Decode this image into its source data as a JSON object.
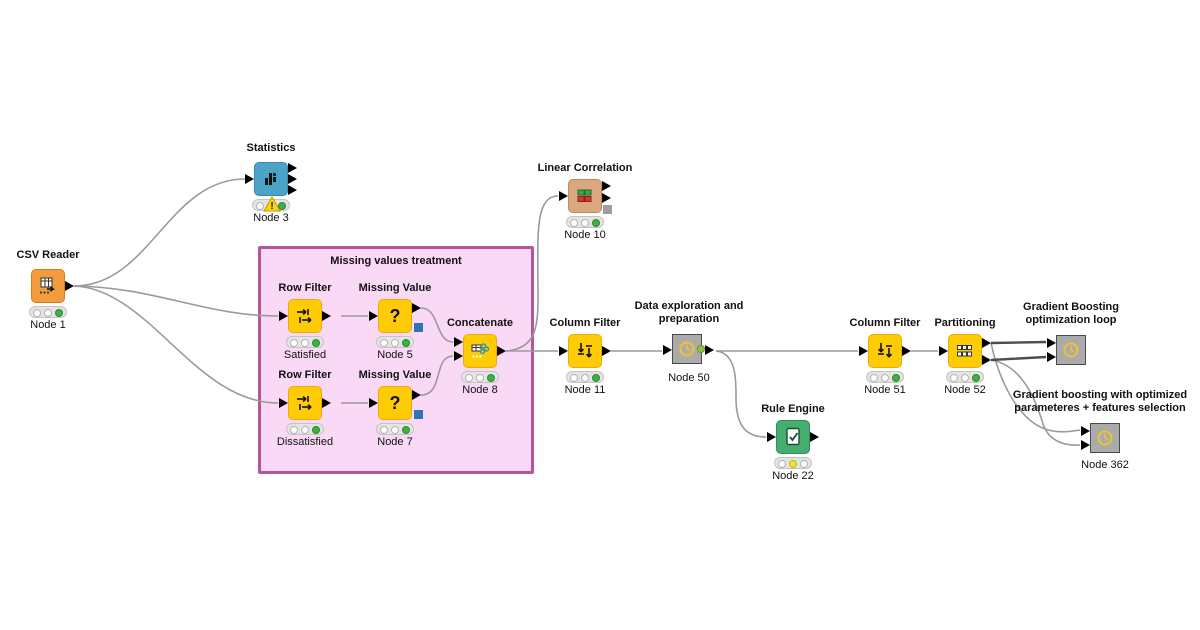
{
  "app": {
    "name": "KNIME workflow canvas"
  },
  "colors": {
    "canvas": "#ffffff",
    "edge": "#9a9a9a",
    "edge_dark": "#4d4d4d",
    "node_yellow": "#FFCB05",
    "node_orange": "#F39C3E",
    "node_blue": "#4BA3C7",
    "node_tan": "#D9A87F",
    "node_green": "#44AD6F",
    "node_meta_gray": "#ABABAB",
    "annotation_fill": "#F9D9F5",
    "annotation_border": "#B2569E",
    "status_green": "#3CB043",
    "status_yellow": "#F2E33C",
    "port_blue": "#2E75B6",
    "port_gray": "#9E9E9E"
  },
  "annotation": {
    "title": "Missing values treatment"
  },
  "nodes": [
    {
      "title": "CSV Reader",
      "label": "Node 1",
      "type": "csv-reader",
      "status": "executed"
    },
    {
      "title": "Statistics",
      "label": "Node 3",
      "type": "statistics",
      "status": "warning"
    },
    {
      "title": "Row Filter",
      "label": "Satisfied",
      "type": "row-filter",
      "status": "executed"
    },
    {
      "title": "Missing Value",
      "label": "Node 5",
      "type": "missing-value",
      "status": "executed"
    },
    {
      "title": "Row Filter",
      "label": "Dissatisfied",
      "type": "row-filter",
      "status": "executed"
    },
    {
      "title": "Missing Value",
      "label": "Node 7",
      "type": "missing-value",
      "status": "executed"
    },
    {
      "title": "Concatenate",
      "label": "Node 8",
      "type": "concatenate",
      "status": "executed"
    },
    {
      "title": "Linear Correlation",
      "label": "Node 10",
      "type": "linear-correlation",
      "status": "executed"
    },
    {
      "title": "Column Filter",
      "label": "Node 11",
      "type": "column-filter",
      "status": "executed"
    },
    {
      "title": "Data exploration and preparation",
      "label": "Node 50",
      "type": "metanode",
      "status": "executed"
    },
    {
      "title": "Rule Engine",
      "label": "Node 22",
      "type": "rule-engine",
      "status": "configured"
    },
    {
      "title": "Column Filter",
      "label": "Node 51",
      "type": "column-filter",
      "status": "executed"
    },
    {
      "title": "Partitioning",
      "label": "Node 52",
      "type": "partitioning",
      "status": "executed"
    },
    {
      "title": "Gradient Boosting optimization loop",
      "label": "",
      "type": "metanode",
      "status": "idle"
    },
    {
      "title": "Gradient boosting with optimized parameteres + features selection",
      "label": "Node 362",
      "type": "metanode",
      "status": "idle"
    }
  ],
  "connections": [
    {
      "from": "CSV Reader",
      "to": "Statistics"
    },
    {
      "from": "CSV Reader",
      "to": "Row Filter (Satisfied)"
    },
    {
      "from": "CSV Reader",
      "to": "Row Filter (Dissatisfied)"
    },
    {
      "from": "Row Filter (Satisfied)",
      "to": "Missing Value (Node 5)"
    },
    {
      "from": "Row Filter (Dissatisfied)",
      "to": "Missing Value (Node 7)"
    },
    {
      "from": "Missing Value (Node 5)",
      "to": "Concatenate"
    },
    {
      "from": "Missing Value (Node 7)",
      "to": "Concatenate"
    },
    {
      "from": "Concatenate",
      "to": "Linear Correlation"
    },
    {
      "from": "Concatenate",
      "to": "Column Filter (Node 11)"
    },
    {
      "from": "Column Filter (Node 11)",
      "to": "Data exploration and preparation"
    },
    {
      "from": "Data exploration and preparation",
      "to": "Column Filter (Node 51)"
    },
    {
      "from": "Data exploration and preparation",
      "to": "Rule Engine"
    },
    {
      "from": "Column Filter (Node 51)",
      "to": "Partitioning"
    },
    {
      "from": "Partitioning port 1",
      "to": "Gradient Boosting optimization loop port 1"
    },
    {
      "from": "Partitioning port 2",
      "to": "Gradient Boosting optimization loop port 2"
    },
    {
      "from": "Partitioning port 1",
      "to": "Node 362 port 1"
    },
    {
      "from": "Partitioning port 2",
      "to": "Node 362 port 2"
    }
  ]
}
